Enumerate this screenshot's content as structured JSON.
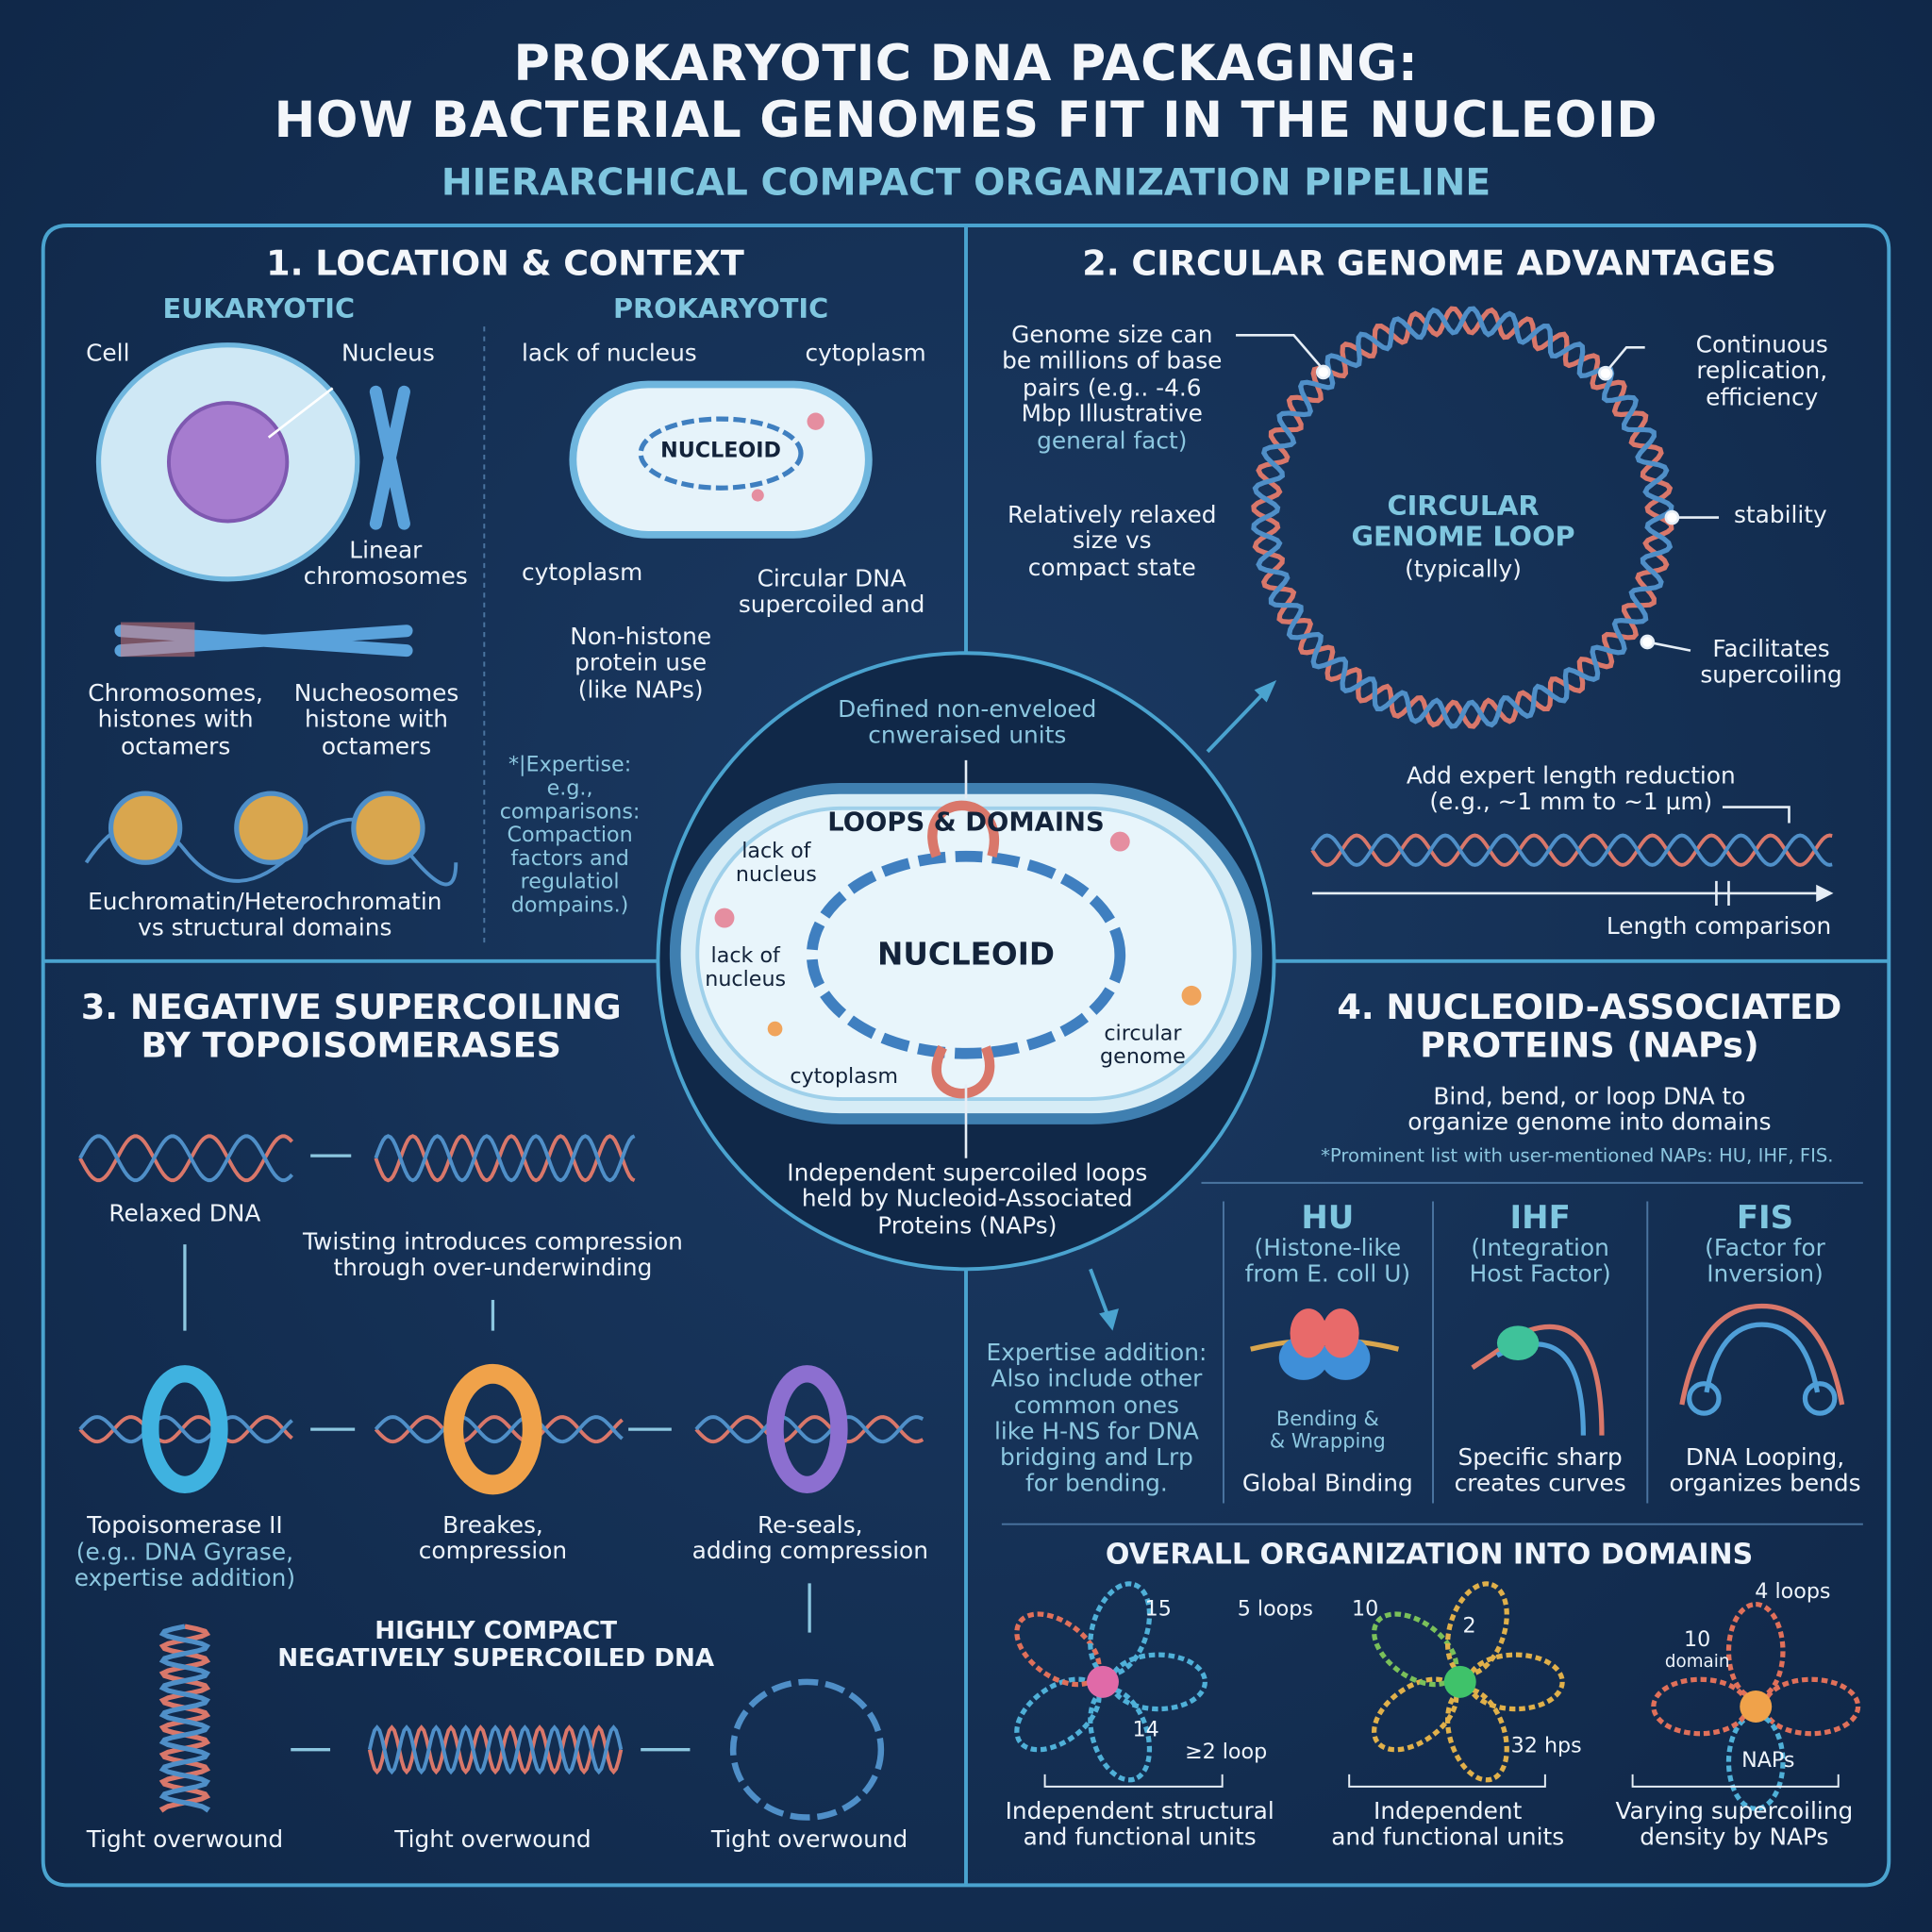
{
  "header": {
    "title_line1": "PROKARYOTIC DNA PACKAGING:",
    "title_line2": "HOW BACTERIAL GENOMES FIT IN THE NUCLEOID",
    "subtitle": "HIERARCHICAL COMPACT ORGANIZATION PIPELINE"
  },
  "colors": {
    "background": "#142f53",
    "accent": "#7fc6df",
    "frame": "#4aa3cf",
    "dna_red": "#d9776a",
    "dna_blue": "#4f8fc8"
  },
  "section1": {
    "title": "1. LOCATION & CONTEXT",
    "eukaryotic": "EUKARYOTIC",
    "prokaryotic": "PROKARYOTIC",
    "cell": "Cell",
    "nucleus": "Nucleus",
    "linear_chromosomes": "Linear\nchromosomes",
    "chromosomes_histones": "Chromosomes,\nhistones with\noctamers",
    "nucleosomes": "Nucheosomes\nhistone with\noctamers",
    "euchromatin": "Euchromatin/Heterochromatin\nvs structural domains",
    "lack_of_nucleus": "lack of nucleus",
    "cytoplasm_top": "cytoplasm",
    "nucleoid": "NUCLEOID",
    "cytoplasm_bottom": "cytoplasm",
    "circular_dna": "Circular DNA\nsupercoiled and",
    "non_histone": "Non-histone\nprotein use\n(like NAPs)",
    "expertise_note": "*|Expertise:\ne.g.,\ncomparisons:\nCompaction\nfactors and\nregulatiol\ndompains.)"
  },
  "section2": {
    "title": "2. CIRCULAR GENOME ADVANTAGES",
    "genome_size": "Genome size can\nbe millions of base\npairs (e.g.. -4.6\nMbp Illustrative",
    "genome_size_note": "general fact)",
    "relaxed": "Relatively relaxed\nsize vs\ncompact state",
    "loop_title": "CIRCULAR\nGENOME LOOP",
    "loop_sub": "(typically)",
    "continuous": "Continuous\nreplication,\nefficiency",
    "stability": "stability",
    "facilitates": "Facilitates\nsupercoiling",
    "length_reduction": "Add expert  length reduction\n(e.g., ~1 mm to ~1 µm)",
    "length_comparison": "Length comparison"
  },
  "center": {
    "defined_units": "Defined non-enveloed\ncnweraised units",
    "loops_domains": "LOOPS & DOMAINS",
    "lack_of_nucleus_1": "lack of\nnucleus",
    "lack_of_nucleus_2": "lack of\nnucleus",
    "nucleoid": "NUCLEOID",
    "cytoplasm": "cytoplasm",
    "circular_genome": "circular\ngenome",
    "independent_loops": "Independent supercoiled loops\nheld by Nucleoid-Associated\nProteins (NAPs)"
  },
  "section3": {
    "title": "3. NEGATIVE SUPERCOILING\nBY TOPOISOMERASES",
    "relaxed_dna": "Relaxed DNA",
    "twisting": "Twisting introduces compression\nthrough over-underwinding",
    "topo2": "Topoisomerase II",
    "topo2_note": "(e.g.. DNA Gyrase,\nexpertise addition)",
    "breaks": "Breakes,\ncompression",
    "reseals": "Re-seals,\nadding compression",
    "compact": "HIGHLY COMPACT\nNEGATIVELY SUPERCOILED DNA",
    "tight_1": "Tight overwound",
    "tight_2": "Tight overwound",
    "tight_3": "Tight overwound"
  },
  "section4": {
    "title": "4. NUCLEOID-ASSOCIATED\nPROTEINS (NAPs)",
    "desc": "Bind, bend, or loop DNA to\norganize genome into domains",
    "note": "*Prominent list with user-mentioned NAPs: HU, IHF, FIS.",
    "expertise": "Expertise addition:\nAlso include other\ncommon ones\nlike H-NS for DNA\nbridging and Lrp\nfor bending.",
    "proteins": [
      {
        "name": "HU",
        "full": "(Histone-like\nfrom E. coll U)",
        "inner": "Bending  &\n& Wrapping",
        "caption": "Global Binding"
      },
      {
        "name": "IHF",
        "full": "(Integration\nHost Factor)",
        "caption": "Specific sharp\ncreates curves"
      },
      {
        "name": "FIS",
        "full": "(Factor for\nInversion)",
        "caption": "DNA Looping,\norganizes bends"
      }
    ],
    "overall_title": "OVERALL ORGANIZATION INTO DOMAINS",
    "domain1": {
      "n15": "15",
      "loops": "5 loops",
      "n14": "14",
      "loop2": "≥2 loop",
      "caption": "Independent structural\nand functional units"
    },
    "domain2": {
      "n10": "10",
      "n2": "2",
      "hps": "32 hps",
      "caption": "Independent\nand functional units"
    },
    "domain3": {
      "loops": "4 loops",
      "n10": "10",
      "domain": "domain",
      "naps": "NAPs",
      "caption": "Varying supercoiling\ndensity by NAPs"
    }
  }
}
